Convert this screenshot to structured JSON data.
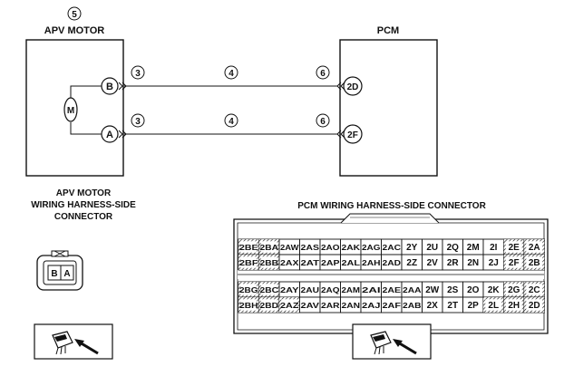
{
  "apv_motor": {
    "index": "5",
    "title": "APV MOTOR",
    "motor_symbol": "M",
    "pins": [
      "B",
      "A"
    ]
  },
  "pcm": {
    "title": "PCM",
    "pins": [
      "2D",
      "2F"
    ]
  },
  "wires": [
    {
      "left_ref": "3",
      "mid_ref": "4",
      "right_ref": "6"
    },
    {
      "left_ref": "3",
      "mid_ref": "4",
      "right_ref": "6"
    }
  ],
  "apv_connector": {
    "title_lines": [
      "APV MOTOR",
      "WIRING HARNESS-SIDE",
      "CONNECTOR"
    ],
    "cells": [
      "B",
      "A"
    ]
  },
  "pcm_connector": {
    "title": "PCM WIRING HARNESS-SIDE CONNECTOR",
    "top_block": [
      [
        "2BE",
        "2BA",
        "2AW",
        "2AS",
        "2AO",
        "2AK",
        "2AG",
        "2AC",
        "2Y",
        "2U",
        "2Q",
        "2M",
        "2I",
        "2E",
        "2A"
      ],
      [
        "2BF",
        "2BB",
        "2AX",
        "2AT",
        "2AP",
        "2AL",
        "2AH",
        "2AD",
        "2Z",
        "2V",
        "2R",
        "2N",
        "2J",
        "2F",
        "2B"
      ]
    ],
    "bottom_block": [
      [
        "2BG",
        "2BC",
        "2AY",
        "2AU",
        "2AQ",
        "2AM",
        "2AI",
        "2AE",
        "2AA",
        "2W",
        "2S",
        "2O",
        "2K",
        "2G",
        "2C"
      ],
      [
        "2BH",
        "2BD",
        "2AZ",
        "2AV",
        "2AR",
        "2AN",
        "2AJ",
        "2AF",
        "2AB",
        "2X",
        "2T",
        "2P",
        "2L",
        "2H",
        "2D"
      ]
    ],
    "hatched": [
      "2BE",
      "2BA",
      "2BF",
      "2BB",
      "2E",
      "2A",
      "2F",
      "2B",
      "2BG",
      "2BC",
      "2BH",
      "2BD",
      "2AZ",
      "2G",
      "2C",
      "2L",
      "2H",
      "2D"
    ]
  },
  "icons": [
    "connector-view-icon",
    "connector-view-icon"
  ]
}
